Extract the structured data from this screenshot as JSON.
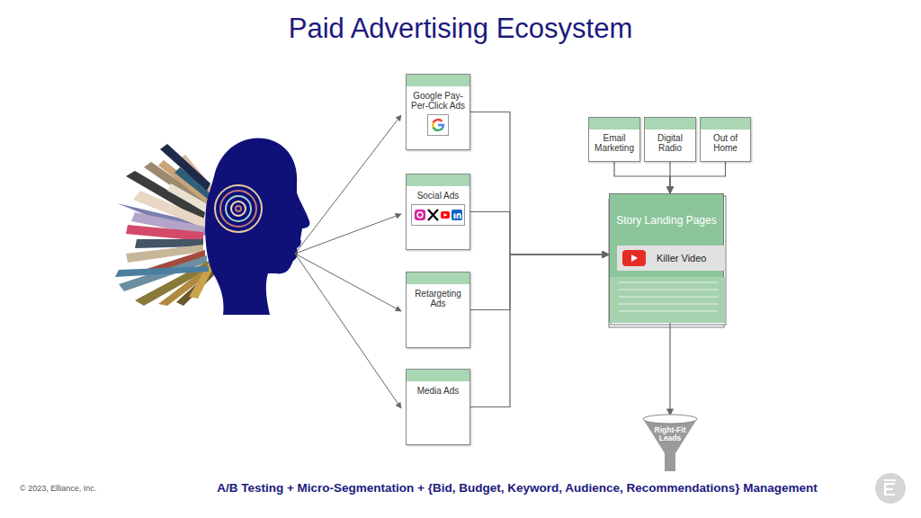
{
  "diagram": {
    "title": "Paid Advertising Ecosystem",
    "caption": "A/B Testing + Micro-Segmentation + {Bid, Budget, Keyword, Audience, Recommendations} Management",
    "nodes": [
      {
        "text": [
          "Google Pay-Per-Click Ads"
        ]
      },
      {
        "text": [
          "Social Ads"
        ]
      },
      {
        "text": [
          "Retargeting Ads"
        ]
      },
      {
        "text": [
          "Media Ads"
        ]
      },
      {
        "text": [
          "Email Marketing"
        ]
      },
      {
        "text": [
          "Digital Radio"
        ]
      },
      {
        "text": [
          "Out of Home"
        ]
      },
      {
        "text": [
          "Story Landing Pages"
        ]
      },
      {
        "text": [
          "Killer Video"
        ],
        "in": 7
      },
      {
        "text": [
          "Right-Fit Leads"
        ]
      }
    ],
    "edges": [
      {
        "from": 0,
        "to": 7,
        "arrow": "to"
      },
      {
        "from": 1,
        "to": 7,
        "arrow": "to"
      },
      {
        "from": 2,
        "to": 7,
        "arrow": "to"
      },
      {
        "from": 3,
        "to": 7,
        "arrow": "to"
      },
      {
        "from": 4,
        "to": 7,
        "arrow": "to"
      },
      {
        "from": 5,
        "to": 7,
        "arrow": "to"
      },
      {
        "from": 6,
        "to": 7,
        "arrow": "to"
      },
      {
        "from": 7,
        "to": 9,
        "arrow": "to"
      }
    ],
    "labels": [
      "© 2023, Elliance, Inc."
    ]
  }
}
